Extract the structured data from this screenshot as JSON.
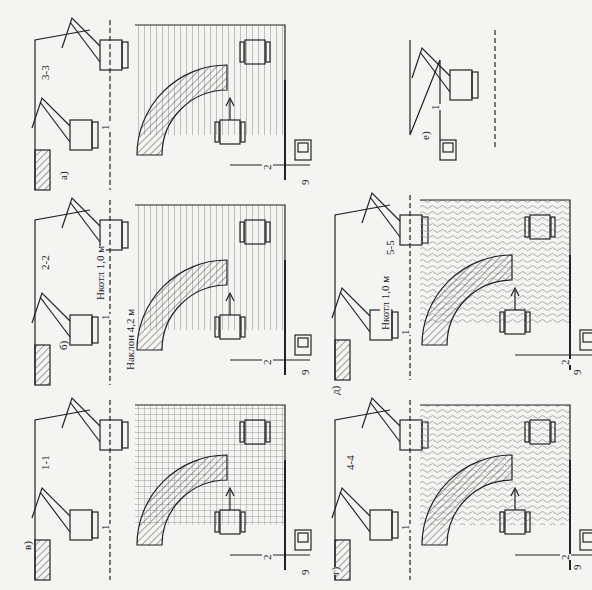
{
  "diagram": {
    "labels": [
      "а)",
      "б)",
      "в)",
      "г)",
      "д)",
      "е)",
      "3-3",
      "2-2",
      "1-1",
      "4-4",
      "5-5",
      "1",
      "2",
      "1",
      "2",
      "1",
      "2",
      "1",
      "2",
      "1",
      "2",
      "1",
      "9",
      "9",
      "9",
      "9",
      "9",
      "Нкотл 1,0 м",
      "Наклон 4,2 м",
      "Нкотл 1,0 м"
    ]
  }
}
